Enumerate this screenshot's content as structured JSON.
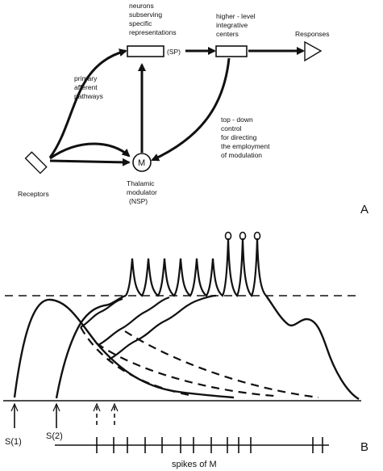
{
  "panel_a": {
    "label": "A",
    "nodes": {
      "sp_lines": [
        "neurons",
        "subserving",
        "specific",
        "representations"
      ],
      "sp_tag": "(SP)",
      "higher_lines": [
        "higher - level",
        "integrative",
        "centers"
      ],
      "responses": "Responses",
      "primary_lines": [
        "primary",
        "afferent",
        "pathways"
      ],
      "receptors": "Receptors",
      "m_symbol": "M",
      "thalamic_lines": [
        "Thalamic",
        "modulator",
        "(NSP)"
      ],
      "topdown_lines": [
        "top - down",
        "control",
        "for directing",
        "the employment",
        "of modulation"
      ]
    }
  },
  "panel_b": {
    "label": "B",
    "stimulus_1": "S(1)",
    "stimulus_2": "S(2)",
    "spikes_label": "spikes of M"
  },
  "colors": {
    "ink": "#111111",
    "background": "#ffffff"
  }
}
